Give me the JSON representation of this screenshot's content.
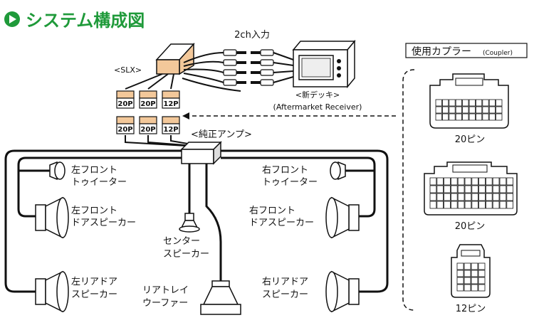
{
  "header": {
    "title": "システム構成図",
    "accent_color": "#1f9a3a",
    "icon": "play-circle-icon"
  },
  "labels": {
    "input_2ch": "2ch入力",
    "slx": "<SLX>",
    "new_deck": "<新デッキ>",
    "aftermarket": "(Aftermarket Receiver)",
    "oem_amp": "<純正アンプ>"
  },
  "connectors_top": [
    "20P",
    "20P",
    "12P"
  ],
  "connectors_bottom": [
    "20P",
    "20P",
    "12P"
  ],
  "speakers": {
    "left_front_tweeter": [
      "左フロント",
      "トゥイーター"
    ],
    "left_front_door": [
      "左フロント",
      "ドアスピーカー"
    ],
    "left_rear_door": [
      "左リアドア",
      "スピーカー"
    ],
    "right_front_tweeter": [
      "右フロント",
      "トゥイーター"
    ],
    "right_front_door": [
      "右フロント",
      "ドアスピーカー"
    ],
    "right_rear_door": [
      "右リアドア",
      "スピーカー"
    ],
    "center": [
      "センター",
      "スピーカー"
    ],
    "subwoofer": [
      "リアトレイ",
      "ウーファー"
    ]
  },
  "couplers": {
    "title": "使用カプラー",
    "title_sub": "(Coupler)",
    "items": [
      "20ピン",
      "20ピン",
      "12ピン"
    ]
  }
}
